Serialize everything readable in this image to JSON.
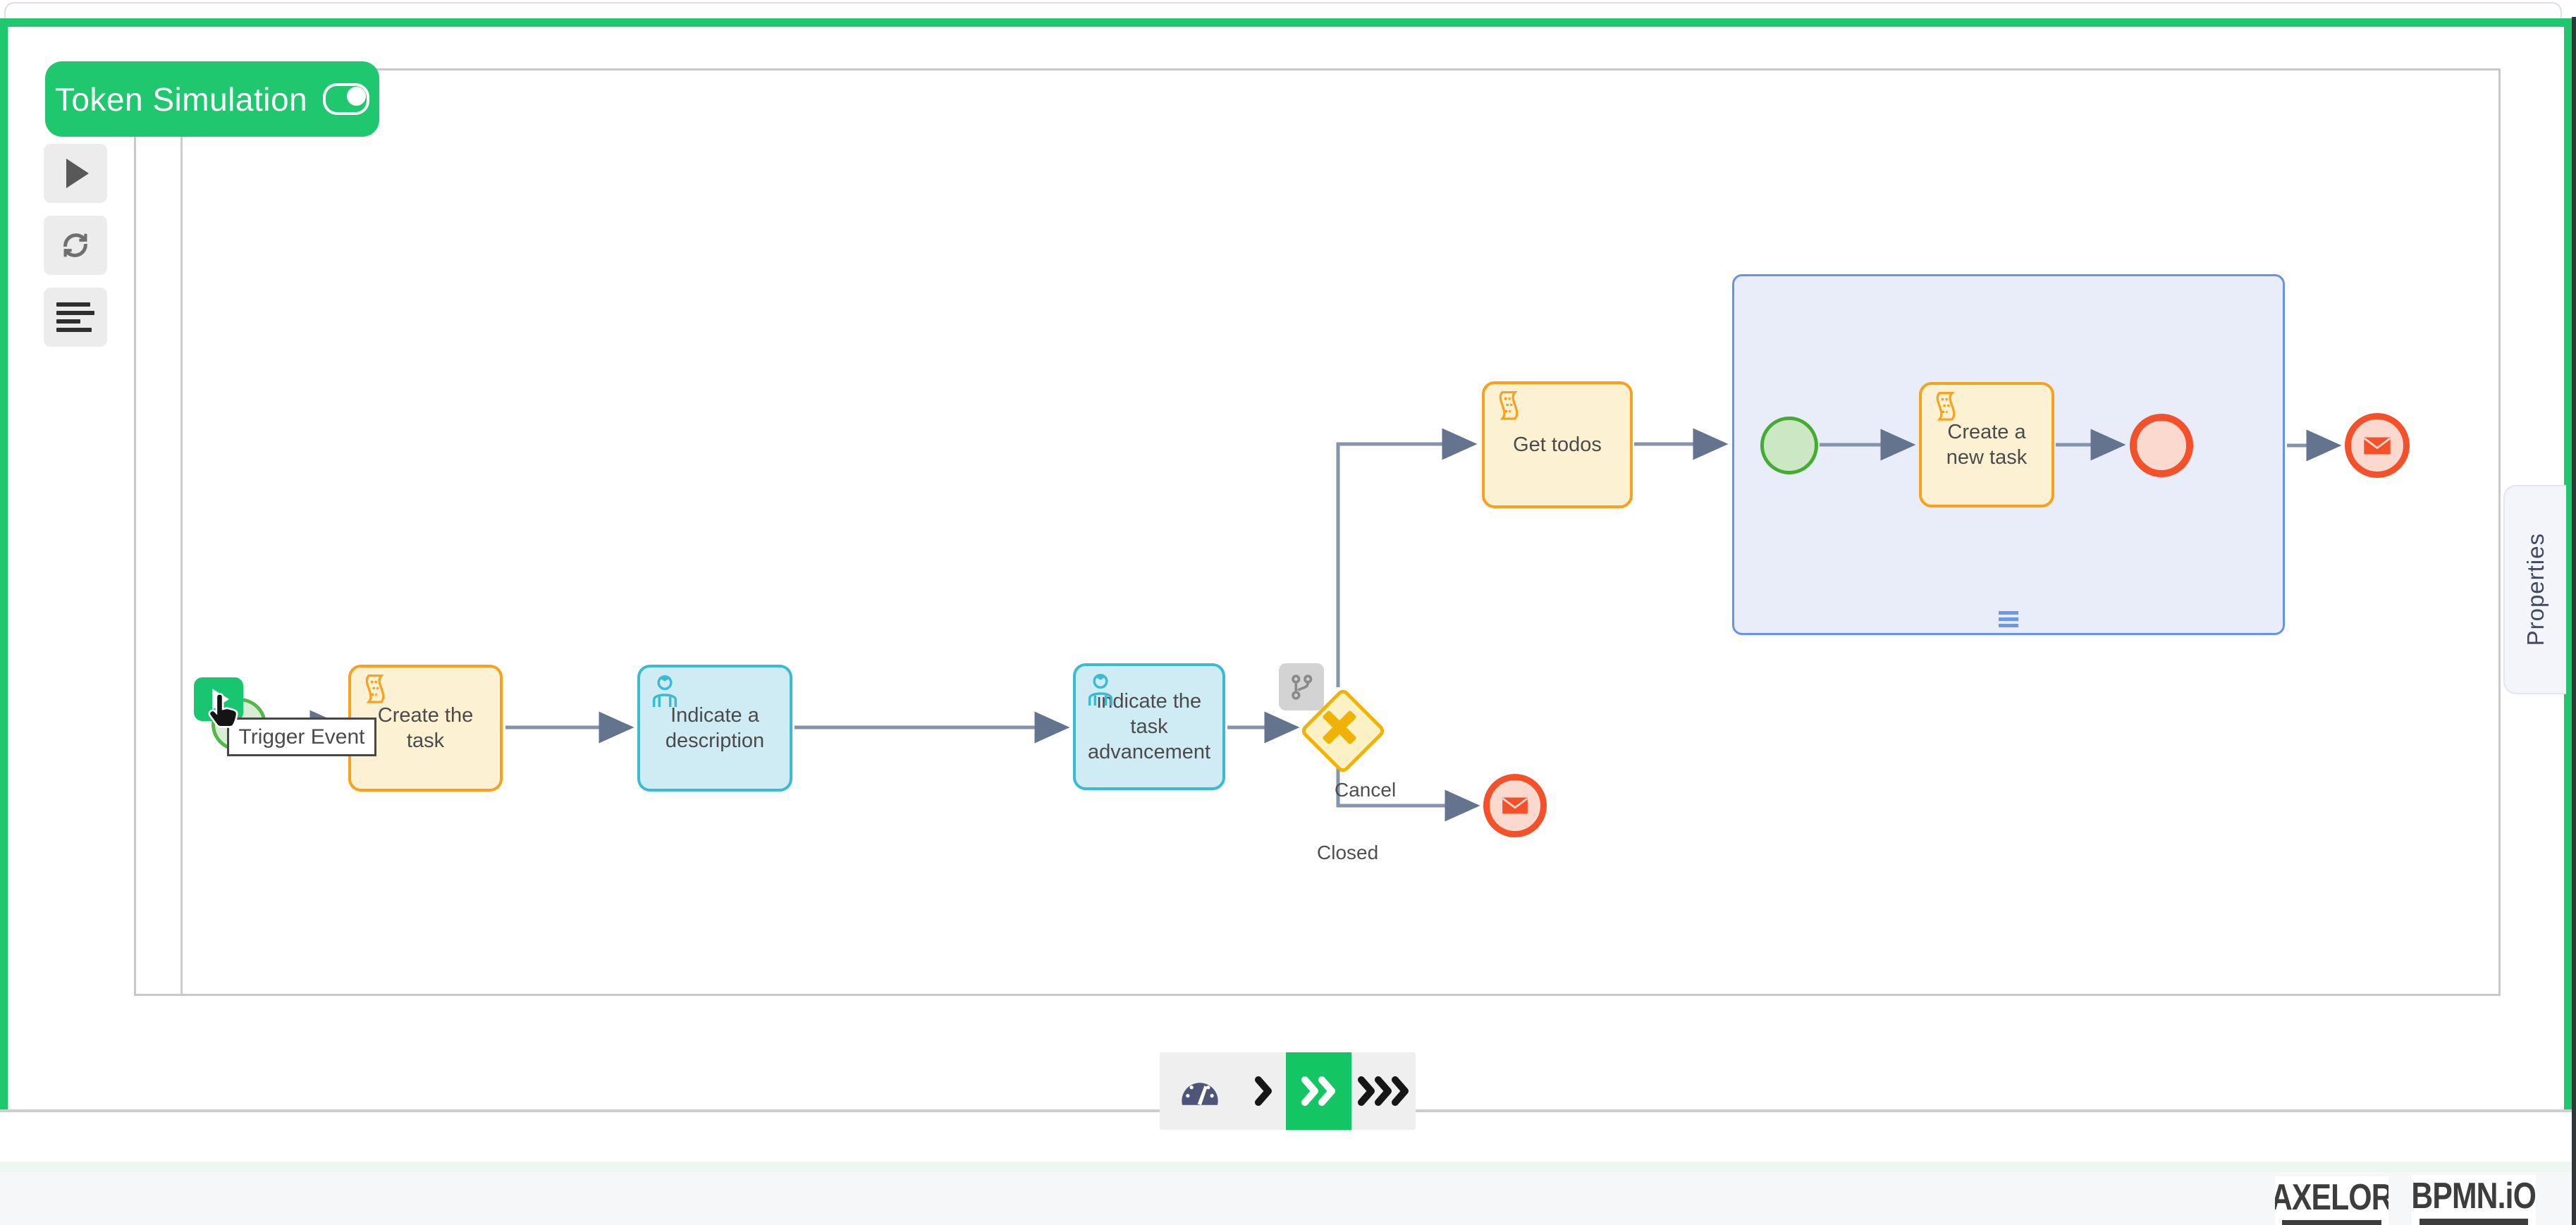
{
  "token_simulation": {
    "label": "Token Simulation",
    "enabled": true,
    "accent_green": "#1fc86e"
  },
  "sim_toolbar": {
    "buttons": [
      {
        "icon": "play-simulation-icon"
      },
      {
        "icon": "reset-simulation-icon"
      },
      {
        "icon": "simulation-log-icon"
      }
    ]
  },
  "tooltip": {
    "label": "Trigger Event"
  },
  "diagram": {
    "tasks": [
      {
        "label": "Create the task",
        "type": "script-task"
      },
      {
        "label": "Indicate a description",
        "type": "user-task"
      },
      {
        "label": "indicate the task advancement",
        "type": "user-task"
      },
      {
        "label": "Get todos",
        "type": "script-task"
      },
      {
        "label": "Create a new task",
        "type": "script-task"
      }
    ],
    "events": [
      {
        "type": "start-event"
      },
      {
        "type": "start-event-subprocess"
      },
      {
        "type": "end-event-subprocess"
      },
      {
        "type": "message-end-event"
      },
      {
        "type": "message-end-event-cancel"
      }
    ],
    "gateway": {
      "type": "exclusive-gateway"
    },
    "flow_labels": {
      "cancel": "Cancel",
      "closed": "Closed"
    },
    "colors": {
      "script_orange": "#f9a11d",
      "user_cyan": "#39bcd2",
      "gateway_gold": "#efb207",
      "event_red": "#f4502a",
      "start_green": "#54b74a",
      "subprocess_blue": "#6792ec",
      "flow_line": "#8593ad"
    }
  },
  "properties_panel": {
    "tab_label": "Properties"
  },
  "playback": {
    "speed_options": [
      "slow",
      "normal",
      "fast"
    ],
    "selected_speed": "normal"
  },
  "footer": {
    "brand_left": "AXELOR",
    "brand_right": "BPMN.iO"
  }
}
